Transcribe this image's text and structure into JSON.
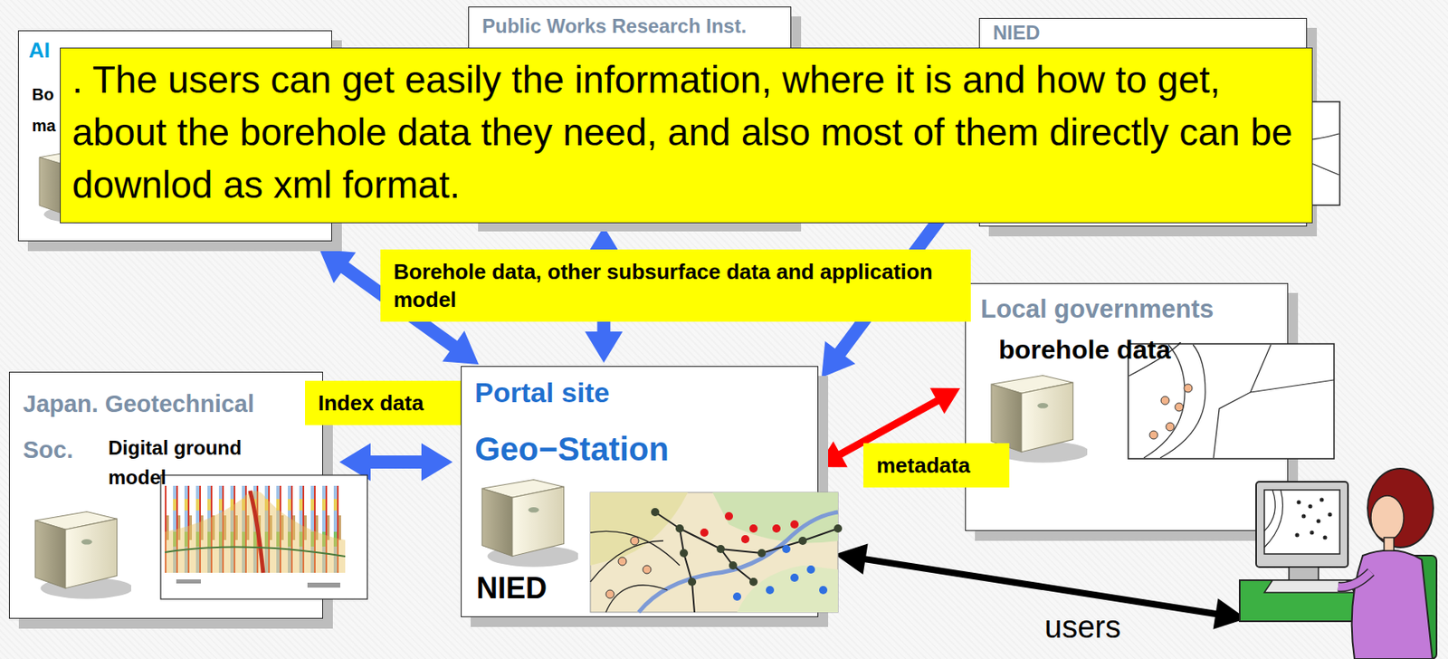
{
  "diagram": {
    "nodes": [
      {
        "text": [
          "AI",
          "Bo ma"
        ]
      },
      {
        "text": [
          "Public Works Research Inst."
        ]
      },
      {
        "text": [
          "NIED"
        ]
      },
      {
        "text": [
          ". The users can get easily the information, where it is and how to get, about the borehole data they need, and also most of them directly can be downlod as xml format."
        ]
      },
      {
        "text": [
          "Local governments",
          "borehole data"
        ]
      },
      {
        "text": [
          "Japan. Geotechnical Soc.",
          "Digital ground model"
        ]
      },
      {
        "text": [
          "Portal site",
          "Geo−Station",
          "NIED"
        ]
      },
      {
        "text": [
          "users"
        ]
      }
    ],
    "edges": [
      {
        "from": 0,
        "to": 6,
        "arrow": "both"
      },
      {
        "from": 1,
        "to": 6,
        "arrow": "both",
        "label": "Borehole data, other subsurface data and application model"
      },
      {
        "from": 2,
        "to": 6,
        "arrow": "to"
      },
      {
        "from": 5,
        "to": 6,
        "arrow": "both",
        "label": "Index data"
      },
      {
        "from": 4,
        "to": 6,
        "arrow": "both",
        "label": "metadata"
      },
      {
        "from": 6,
        "to": 7,
        "arrow": "both"
      }
    ]
  }
}
